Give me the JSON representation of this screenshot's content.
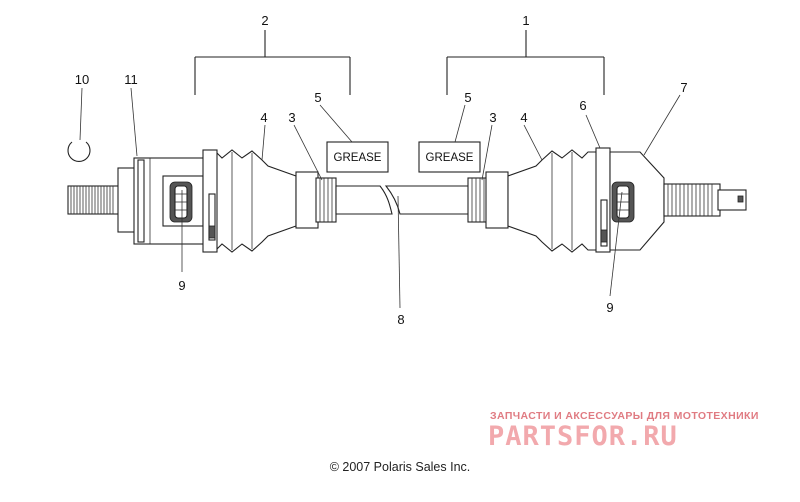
{
  "callouts": {
    "c1": "1",
    "c2": "2",
    "c3a": "3",
    "c3b": "3",
    "c4a": "4",
    "c4b": "4",
    "c5a": "5",
    "c5b": "5",
    "c6": "6",
    "c7": "7",
    "c8": "8",
    "c9a": "9",
    "c9b": "9",
    "c10": "10",
    "c11": "11"
  },
  "labels": {
    "grease_left": "GREASE",
    "grease_right": "GREASE"
  },
  "footer": {
    "copyright": "© 2007 Polaris Sales Inc."
  },
  "watermark": {
    "tagline": "ЗАПЧАСТИ И АКСЕССУАРЫ ДЛЯ МОТОТЕХНИКИ",
    "logo": "PARTSFOR.RU"
  }
}
